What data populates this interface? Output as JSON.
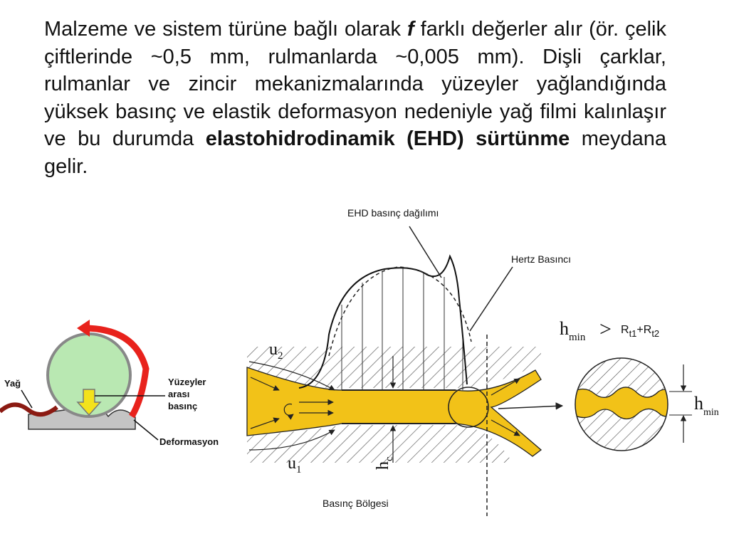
{
  "paragraph": {
    "p1": "Malzeme ve sistem türüne bağlı olarak ",
    "f": "f",
    "p2": " farklı değerler alır (ör. çelik çiftlerinde ~0,5 mm, rulmanlarda ~0,005 mm). Dişli çarklar, rulmanlar ve zincir mekanizmalarında yüzeyler yağlandığında yüksek basınç ve elastik deformasyon nedeniyle yağ filmi kalınlaşır ve bu durumda ",
    "bold": "elastohidrodinamik (EHD) sürtünme",
    "p3": " meydana gelir."
  },
  "left_figure": {
    "oil_label": "Yağ",
    "pressure_label_1": "Yüzeyler",
    "pressure_label_2": "arası",
    "pressure_label_3": "basınç",
    "deformation_label": "Deformasyon"
  },
  "ehd_figure": {
    "ehd_pressure_label": "EHD basınç dağılımı",
    "hertz_label": "Hertz Basıncı",
    "u2": "u",
    "u2_sub": "2",
    "u1": "u",
    "u1_sub": "1",
    "hc": "h",
    "hc_sub": "c",
    "zone_label": "Basınç Bölgesi"
  },
  "detail": {
    "hmin": "h",
    "hmin_sub": "min",
    "gt": ">",
    "r1": "R",
    "r1_sub": "t1",
    "plus": "+",
    "r2": "R",
    "r2_sub": "t2",
    "hmin_right": "h",
    "hmin_right_sub": "min"
  },
  "colors": {
    "oil": "#f2c218",
    "ball": "#b9e8b2",
    "arrow_red": "#e8221c",
    "oil_wave": "#8b1a12",
    "ground": "#c4c4c4",
    "yellow_arrow": "#f3e21c"
  }
}
